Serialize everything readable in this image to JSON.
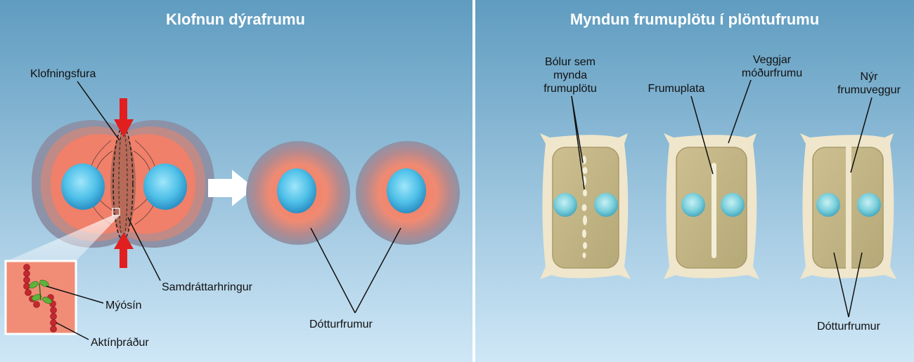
{
  "left_panel": {
    "title": "Klofnun dýrafrumu",
    "labels": {
      "cleavage_furrow": "Klofningsfura",
      "contractile_ring": "Samdráttarhringur",
      "myosin": "Mýósín",
      "actin": "Aktínþráður",
      "daughter_cells": "Dótturfrumur"
    }
  },
  "right_panel": {
    "title": "Myndun frumuplötu í plöntufrumu",
    "labels": {
      "vesicles": [
        "Bólur sem",
        "mynda",
        "frumuplötu"
      ],
      "cell_plate": "Frumuplata",
      "parent_wall": [
        "Veggjar",
        "móðurfrumu"
      ],
      "new_wall": [
        "Nýr",
        "frumuveggur"
      ],
      "daughter_cells": "Dótturfrumur"
    }
  },
  "colors": {
    "background_top": "#5f9cc0",
    "background_bottom": "#cfe7f7",
    "cytoplasm": "#f0806a",
    "nucleus": "#5fc8ea",
    "arrow_red": "#e11f1f",
    "cell_wall": "#efe6cc",
    "plant_cytoplasm": "#c6b98a"
  }
}
